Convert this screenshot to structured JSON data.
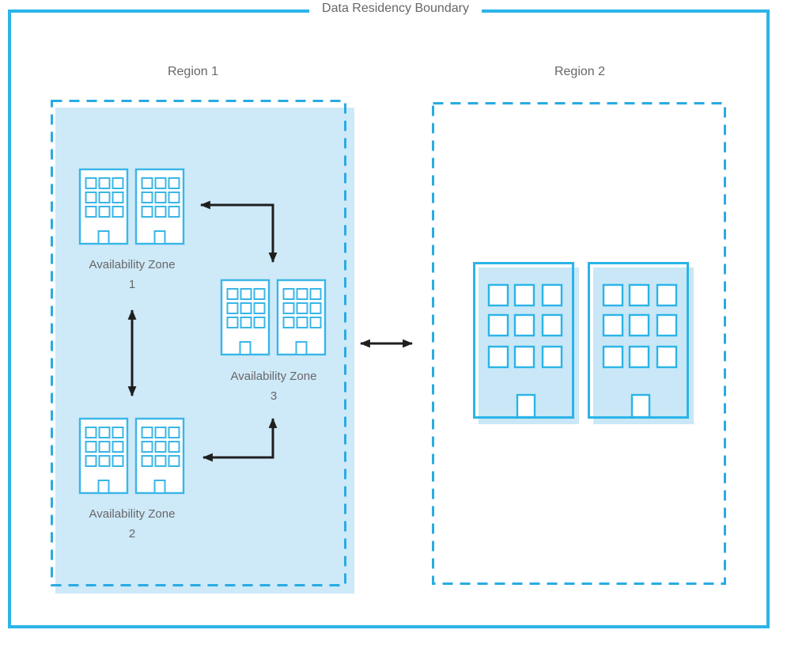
{
  "colors": {
    "boundary": "#2bb4e8",
    "dash": "#29abe2",
    "region1Fill": "#cee9f8",
    "bldgStroke": "#38b6e8",
    "bldgFillL": "#c9e7f7",
    "label": "#676767",
    "arrow": "#1f1f1f"
  },
  "diagram": {
    "title": "Data Residency Boundary",
    "region1": {
      "label": "Region 1",
      "zones": [
        {
          "label": "Availability Zone 1"
        },
        {
          "label": "Availability Zone 2"
        },
        {
          "label": "Availability Zone 3"
        }
      ]
    },
    "region2": {
      "label": "Region 2"
    },
    "icons": {
      "zone_buildings": "two-small-office-buildings-icon",
      "region2_buildings": "two-large-office-buildings-icon",
      "arrows": [
        "az1-az2-bidirectional-arrow",
        "az1-az3-elbow-bidirectional-arrow",
        "az2-az3-elbow-bidirectional-arrow",
        "region1-region2-bidirectional-arrow"
      ]
    }
  }
}
